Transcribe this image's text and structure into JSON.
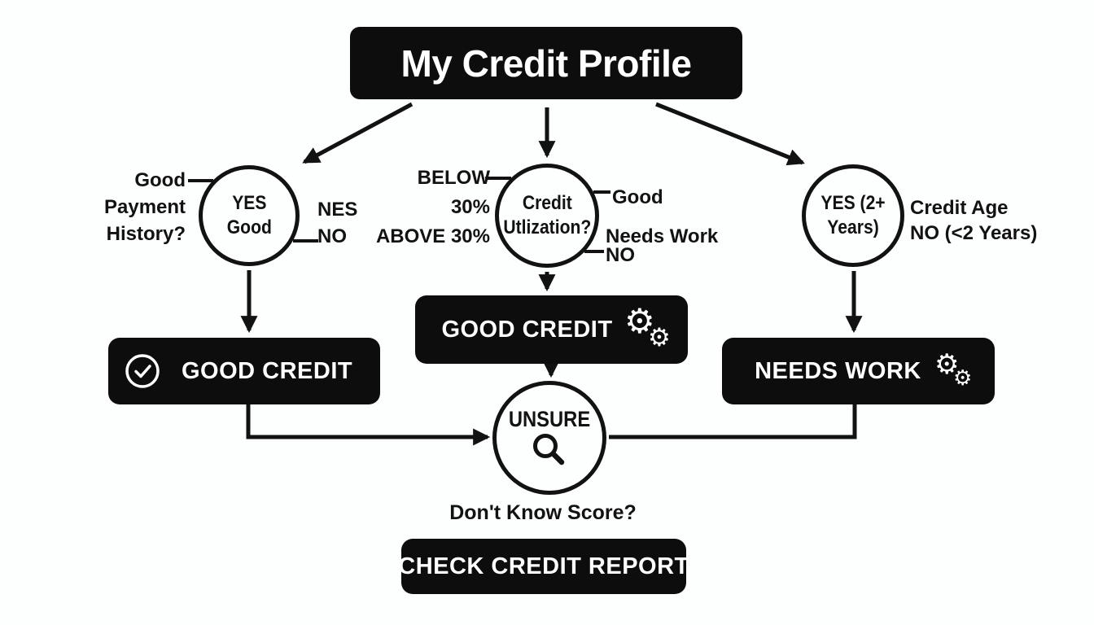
{
  "theme": {
    "background": "#fdfefe",
    "ink": "#121212",
    "node_fill": "#0d0d0d",
    "node_text": "#ffffff"
  },
  "title": {
    "label": "My Credit Profile"
  },
  "payment_history": {
    "question_labels": [
      "Good",
      "Payment",
      "History?"
    ],
    "circle_lines": [
      "YES",
      "Good"
    ],
    "answer_labels": [
      "NES",
      "NO"
    ]
  },
  "credit_utilization": {
    "circle_lines": [
      "Credit",
      "Utlization?"
    ],
    "left_labels": [
      "BELOW",
      "30%",
      "ABOVE 30%"
    ],
    "right_labels": [
      "Good",
      "Needs Work",
      "NO"
    ]
  },
  "credit_age": {
    "circle_lines": [
      "YES (2+",
      "Years)"
    ],
    "right_labels": [
      "Credit Age",
      "NO (<2 Years)"
    ]
  },
  "outcomes": {
    "good_credit_left": {
      "label": "GOOD CREDIT",
      "icon": "check-circle-icon"
    },
    "good_credit_middle": {
      "label": "GOOD CREDIT",
      "icon": "gears-icon",
      "gear_glyph": "⚙"
    },
    "needs_work": {
      "label": "NEEDS WORK",
      "icon": "gears-icon",
      "gear_glyph": "⚙"
    },
    "unsure": {
      "label": "UNSURE",
      "icon": "magnifier-icon"
    },
    "check_credit_report": {
      "label": "CHECK CREDIT REPORT"
    }
  },
  "footer": {
    "question": "Don't Know Score?"
  }
}
